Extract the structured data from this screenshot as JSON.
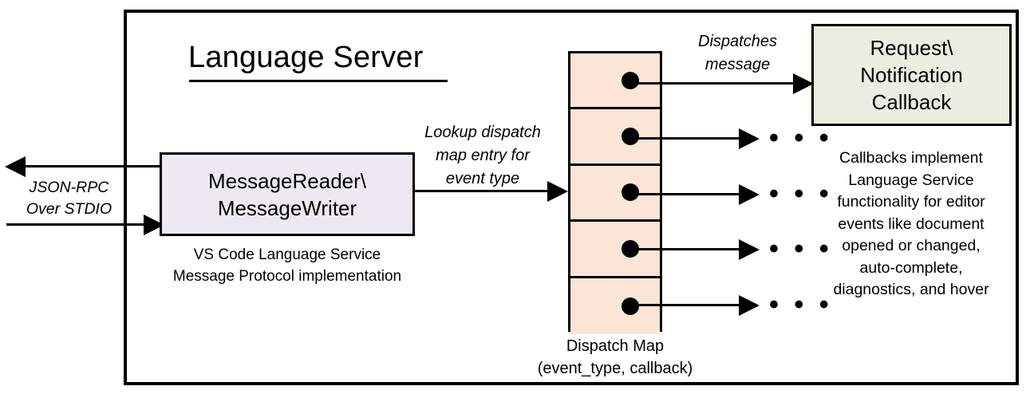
{
  "diagram": {
    "title": "Language Server",
    "nodes": {
      "reader_writer": {
        "line1": "MessageReader\\",
        "line2": "MessageWriter",
        "caption_line1": "VS Code Language Service",
        "caption_line2": "Message Protocol implementation",
        "fill": "#ECE9F2"
      },
      "dispatch_map": {
        "caption_line1": "Dispatch Map",
        "caption_line2": "(event_type, callback)",
        "fill": "#FBE5D6",
        "cell_count": 5
      },
      "callback": {
        "line1": "Request\\",
        "line2": "Notification",
        "line3": "Callback",
        "fill": "#E8EEE0",
        "caption_lines": [
          "Callbacks implement",
          "Language Service",
          "functionality for editor",
          "events like document",
          "opened or changed,",
          "auto-complete,",
          "diagnostics, and hover"
        ]
      }
    },
    "edges": {
      "jsonrpc_line1": "JSON-RPC",
      "jsonrpc_line2": "Over STDIO",
      "lookup_line1": "Lookup dispatch",
      "lookup_line2": "map entry for",
      "lookup_line3": "event type",
      "dispatches_line1": "Dispatches",
      "dispatches_line2": "message",
      "ellipsis": "• • •"
    },
    "colors": {
      "stroke": "#000000",
      "background": "#FFFFFF"
    }
  }
}
